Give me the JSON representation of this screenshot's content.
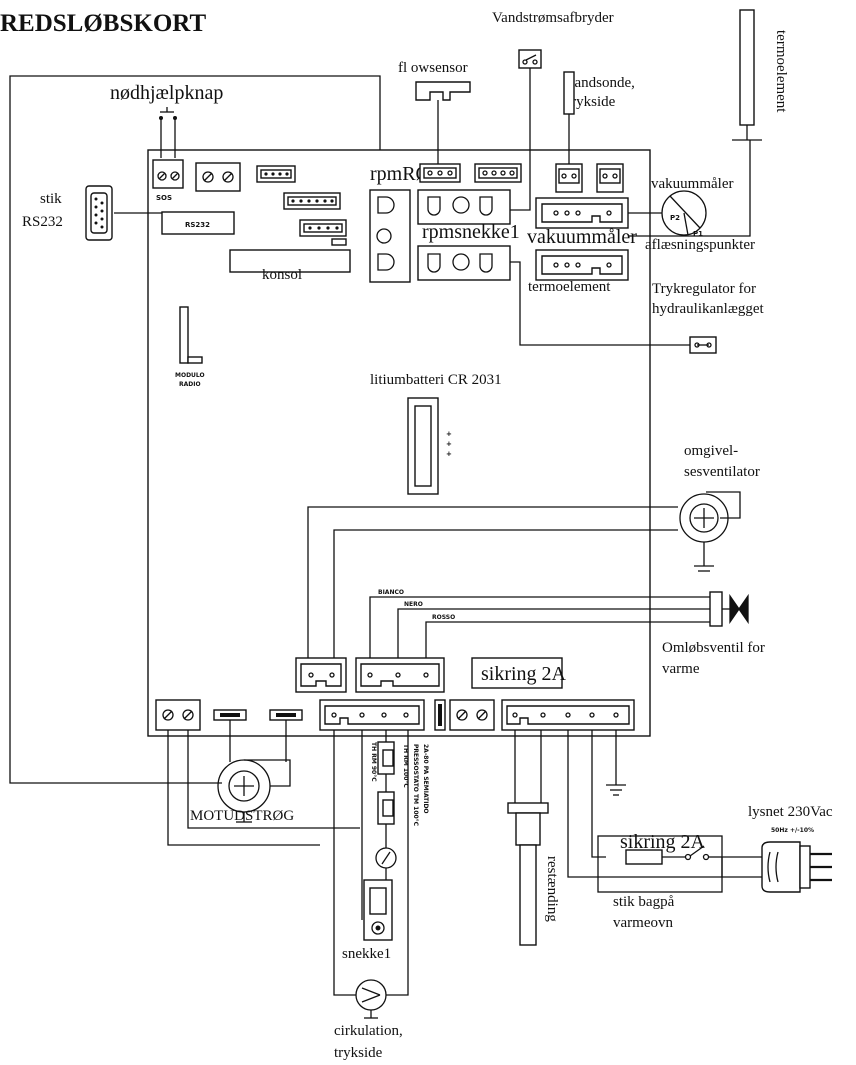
{
  "title": "REDSLØBSKORT",
  "labels": {
    "vandstroms": "Vandstrømsafbryder",
    "flowsensor": "fl owsensor",
    "termoelement_top": "termoelement",
    "nodhjaelp": "nødhjælpknap",
    "vandsonde_1": "vandsonde,",
    "vandsonde_2": "trykside",
    "rpmrog": "rpmRØG",
    "stik": "stik",
    "rs232_side": "RS232",
    "rs232_board": "RS232",
    "sos": "SOS",
    "vakuum_top": "vakuummåler",
    "rpmsnekke": "rpmsnekke1",
    "vakuum_conn": "vakuummåler",
    "aflaes": "aflæsningspunkter",
    "konsol": "konsol",
    "termo_conn": "termoelement",
    "trykreg_1": "Trykregulator for",
    "trykreg_2": "hydraulikanlægget",
    "modulo_1": "MODULO",
    "modulo_2": "RADIO",
    "litium": "litiumbatteri CR 2031",
    "omgivel_1": "omgivel-",
    "omgivel_2": "sesventilator",
    "bianco": "BIANCO",
    "nero": "NERO",
    "rosso": "ROSSO",
    "omlob_1": "Omløbsventil for",
    "omlob_2": "varme",
    "sikring_board": "sikring 2A",
    "motud": "MOTUDSTRØG",
    "th1": "TH RM 90°C",
    "th2": "TH RM 100°C",
    "presso_1": "PRESSOSTATO TM 100°C",
    "presso_2": "2A-80 PA SEMIATIDO",
    "restaend": "restænding",
    "lysnet": "lysnet 230Vac",
    "lysnet_spec": "50Hz +/-10%",
    "sikring_plug": "sikring 2A",
    "stik_bag_1": "stik bagpå",
    "stik_bag_2": "varmeovn",
    "snekke": "snekke1",
    "cirk_1": "cirkulation,",
    "cirk_2": "trykside",
    "p1": "P1",
    "p2": "P2",
    "plus": "+"
  },
  "icons": {
    "sos_button": "push-button-icon",
    "switch": "switch-icon",
    "fan": "fan-icon",
    "valve": "valve-icon",
    "pump": "pump-icon",
    "plug": "mains-plug-icon",
    "gauge": "pressure-gauge-icon",
    "ground": "ground-icon"
  }
}
